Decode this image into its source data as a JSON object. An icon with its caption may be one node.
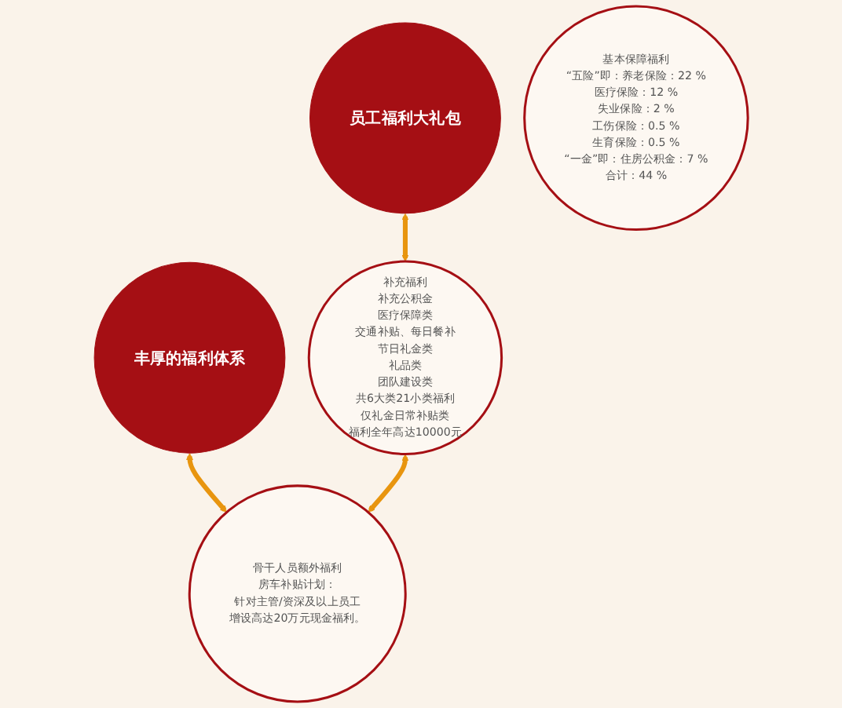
{
  "diagram": {
    "nodes": [
      {
        "text": [
          "员工福利大礼包"
        ]
      },
      {
        "text": [
          "基本保障福利",
          "“五险”即：养老保险：22 %",
          "医疗保险：12 %",
          "失业保险：2 %",
          "工伤保险：0.5 %",
          "生育保险：0.5 %",
          "“一金”即：住房公积金：7 %",
          "合计：44 %"
        ]
      },
      {
        "text": [
          "丰厚的福利体系"
        ]
      },
      {
        "text": [
          "补充福利",
          "补充公积金",
          "医疗保障类",
          "交通补贴、每日餐补",
          "节日礼金类",
          "礼品类",
          "团队建设类",
          "共6大类21小类福利",
          "仅礼金日常补贴类",
          "福利全年高达10000元"
        ]
      },
      {
        "text": [
          "骨干人员额外福利",
          "房车补贴计划：",
          "针对主管/资深及以上员工",
          "增设高达20万元现金福利。"
        ]
      }
    ],
    "edges": [
      {
        "from": 0,
        "to": 3,
        "arrow": "both"
      },
      {
        "from": 2,
        "to": 4,
        "arrow": "both"
      },
      {
        "from": 3,
        "to": 4,
        "arrow": "both"
      }
    ]
  }
}
